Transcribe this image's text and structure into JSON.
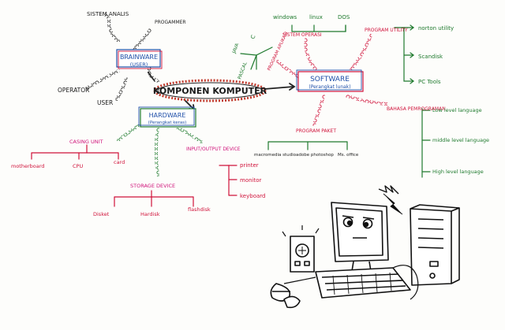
{
  "center": {
    "title": "KOMPONEN KOMPUTER"
  },
  "brainware": {
    "title": "BRAINWARE",
    "subtitle": "(USER)",
    "children": [
      "SISTEM ANALIS",
      "PROGAMMER",
      "OPERATOR",
      "USER"
    ]
  },
  "dev": {
    "items": [
      "C",
      "JAVA",
      "PASCAL"
    ],
    "label": "PROGRAM APLIKASI"
  },
  "software": {
    "title": "SOFTWARE",
    "subtitle": "(Perangkat lunak)",
    "os": {
      "label": "SISTEM OPERASI",
      "items": [
        "windows",
        "linux",
        "DOS"
      ]
    },
    "utility": {
      "label": "PROGRAM UTILITY",
      "items": [
        "norton utility",
        "Scandisk",
        "PC Tools"
      ]
    },
    "bahasa": {
      "label": "BAHASA PEMROGRAMAN",
      "items": [
        "Low level language",
        "middle level language",
        "High level language"
      ]
    },
    "paket": {
      "label": "PROGRAM PAKET",
      "items": [
        "macromedia studio",
        "adobe photoshop",
        "Ms. office"
      ]
    }
  },
  "hardware": {
    "title": "HARDWARE",
    "subtitle": "(Perangkat keras)",
    "casing": {
      "label": "CASING UNIT",
      "items": [
        "motherboard",
        "CPU",
        "card"
      ]
    },
    "storage": {
      "label": "STORAGE DEVICE",
      "items": [
        "Disket",
        "Hardisk",
        "flashdisk"
      ]
    },
    "io": {
      "label": "INPUT/OUTPUT DEVICE",
      "items": [
        "printer",
        "monitor",
        "keyboard"
      ]
    }
  }
}
